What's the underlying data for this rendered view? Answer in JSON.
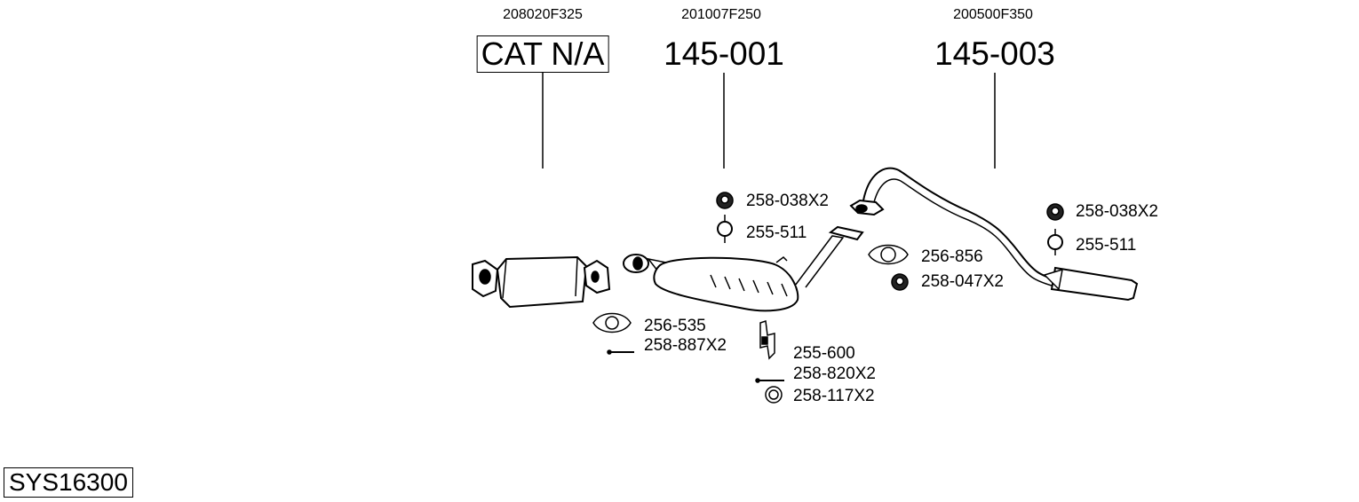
{
  "groups": [
    {
      "ref": "208020F325",
      "part": "CAT N/A",
      "boxed": true
    },
    {
      "ref": "201007F250",
      "part": "145-001",
      "boxed": false
    },
    {
      "ref": "200500F350",
      "part": "145-003",
      "boxed": false
    }
  ],
  "accessories": {
    "nut_1": "258-038X2",
    "hanger_1": "255-511",
    "gasket_1": "256-535",
    "bolt_1": "258-887X2",
    "bracket": "255-600",
    "bolt_2": "258-820X2",
    "washer": "258-117X2",
    "gasket_2": "256-856",
    "nut_2": "258-047X2",
    "nut_3": "258-038X2",
    "hanger_2": "255-511"
  },
  "system_code": "SYS16300"
}
